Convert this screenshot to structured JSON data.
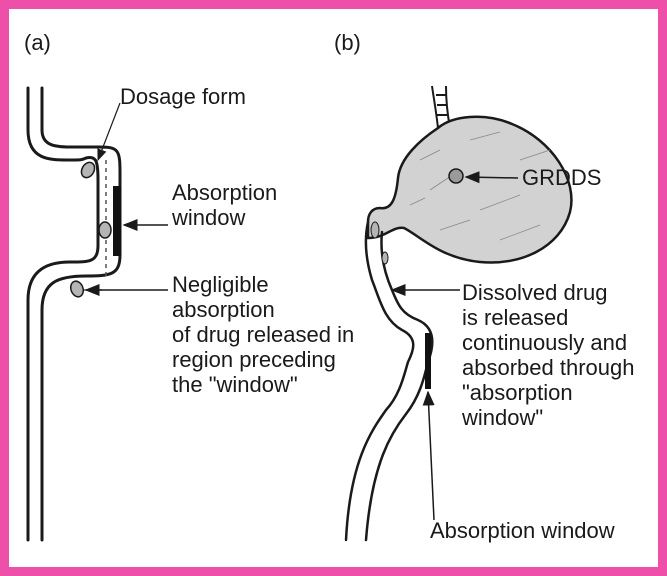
{
  "colors": {
    "border": "#ee4fa8",
    "ink": "#1a1a1a",
    "stomach_fill": "#d2d2d2",
    "capsule_fill": "#b5b5b5"
  },
  "panel_a": {
    "tag": "(a)",
    "dosage_form": "Dosage form",
    "absorption_window": "Absorption\nwindow",
    "negligible": "Negligible\nabsorption\nof drug released in\nregion preceding\nthe \"window\""
  },
  "panel_b": {
    "tag": "(b)",
    "grdds": "GRDDS",
    "dissolved": "Dissolved drug\nis released\ncontinuously and\nabsorbed through\n\"absorption\nwindow\"",
    "absorption_window": "Absorption window"
  },
  "icons": [
    "intestine-tube-icon",
    "stomach-icon",
    "capsule-icon",
    "absorption-window-bar-icon",
    "arrow-icon"
  ]
}
